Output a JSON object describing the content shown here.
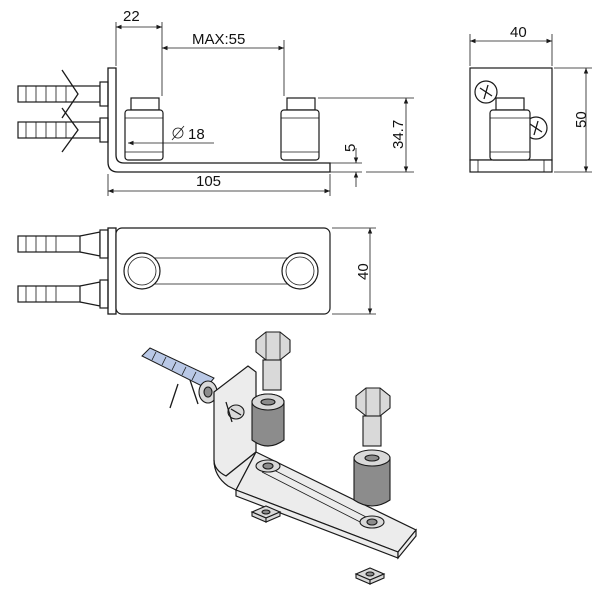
{
  "dimensions": {
    "top_offset": "22",
    "max_slot": "MAX:55",
    "diameter": "18",
    "thickness": "5",
    "height": "34.7",
    "length": "105",
    "side_width": "40",
    "side_height": "50",
    "plan_width": "40"
  },
  "icons": {
    "diameter_symbol": "diameter-symbol-icon"
  }
}
